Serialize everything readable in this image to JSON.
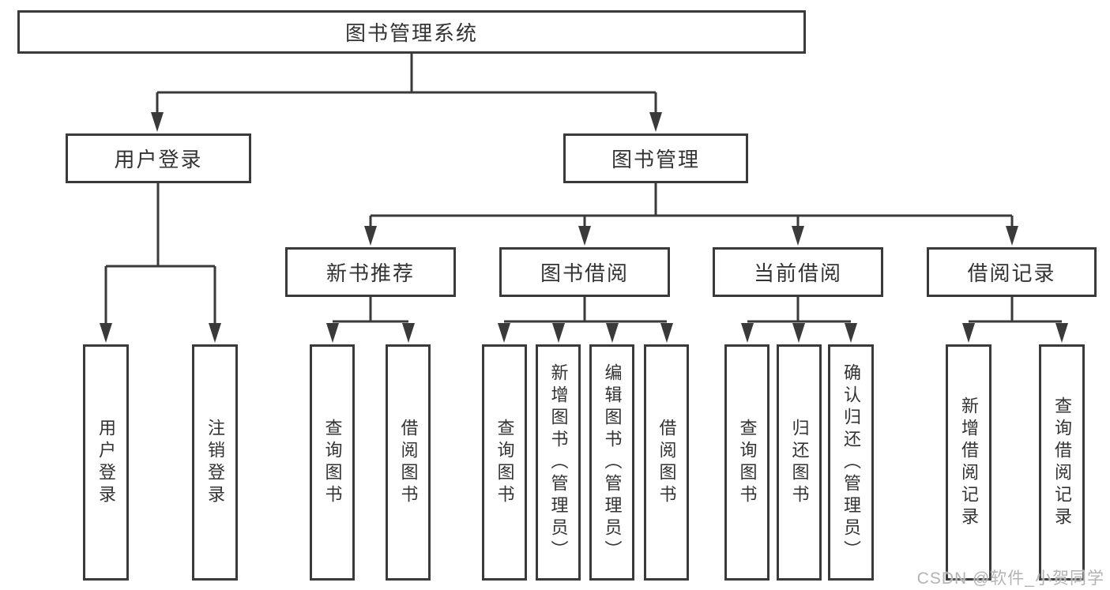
{
  "diagram": {
    "nodes": {
      "root": "图书管理系统",
      "user_login": "用户登录",
      "book_management": "图书管理",
      "new_book_recommend": "新书推荐",
      "book_borrowing": "图书借阅",
      "current_borrowing": "当前借阅",
      "borrowing_records": "借阅记录"
    },
    "leaves": {
      "user_login": [
        "用户登录",
        "注销登录"
      ],
      "new_book_recommend": [
        "查询图书",
        "借阅图书"
      ],
      "book_borrowing": [
        "查询图书",
        "新增图书（管理员）",
        "编辑图书（管理员）",
        "借阅图书"
      ],
      "current_borrowing": [
        "查询图书",
        "归还图书",
        "确认归还（管理员）"
      ],
      "borrowing_records": [
        "新增借阅记录",
        "查询借阅记录"
      ]
    },
    "watermark": "CSDN @软件_小贺同学",
    "colors": {
      "line": "#3a3a3a",
      "text": "#333333",
      "background": "#ffffff",
      "watermark": "#b3b3b3"
    }
  }
}
